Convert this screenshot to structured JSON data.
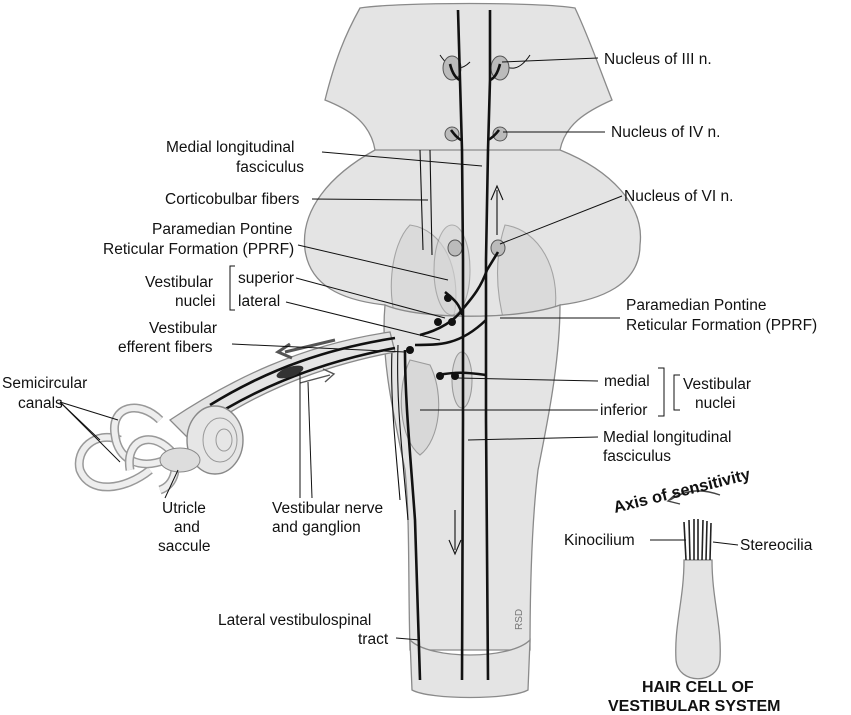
{
  "labels": {
    "nucleus_iii": "Nucleus of III n.",
    "nucleus_iv": "Nucleus of IV n.",
    "nucleus_vi": "Nucleus of VI n.",
    "mlf_top_1": "Medial longitudinal",
    "mlf_top_2": "fasciculus",
    "corticobulbar": "Corticobulbar fibers",
    "pprf_left_1": "Paramedian Pontine",
    "pprf_left_2": "Reticular Formation (PPRF)",
    "vestibular_nuclei_left_1": "Vestibular",
    "vestibular_nuclei_left_2": "nuclei",
    "superior": "superior",
    "lateral": "lateral",
    "vestibular_efferent_1": "Vestibular",
    "vestibular_efferent_2": "efferent fibers",
    "semicircular_1": "Semicircular",
    "semicircular_2": "canals",
    "pprf_right_1": "Paramedian Pontine",
    "pprf_right_2": "Reticular Formation (PPRF)",
    "medial": "medial",
    "inferior": "inferior",
    "vestibular_nuclei_right_1": "Vestibular",
    "vestibular_nuclei_right_2": "nuclei",
    "mlf_bottom_1": "Medial longitudinal",
    "mlf_bottom_2": "fasciculus",
    "utricle_1": "Utricle",
    "utricle_2": "and",
    "utricle_3": "saccule",
    "vestibular_nerve_1": "Vestibular nerve",
    "vestibular_nerve_2": "and ganglion",
    "axis_of_sensitivity": "Axis of sensitivity",
    "kinocilium": "Kinocilium",
    "stereocilia": "Stereocilia",
    "lateral_vestibulospinal_1": "Lateral vestibulospinal",
    "lateral_vestibulospinal_2": "tract",
    "hair_cell_title_1": "HAIR CELL OF",
    "hair_cell_title_2": "VESTIBULAR SYSTEM",
    "artist_initials": "RSD"
  },
  "colors": {
    "tissue": "#e4e4e4",
    "tissue_shadow": "#d6d6d6",
    "outline": "#8a8a8a",
    "tract": "#111111"
  }
}
